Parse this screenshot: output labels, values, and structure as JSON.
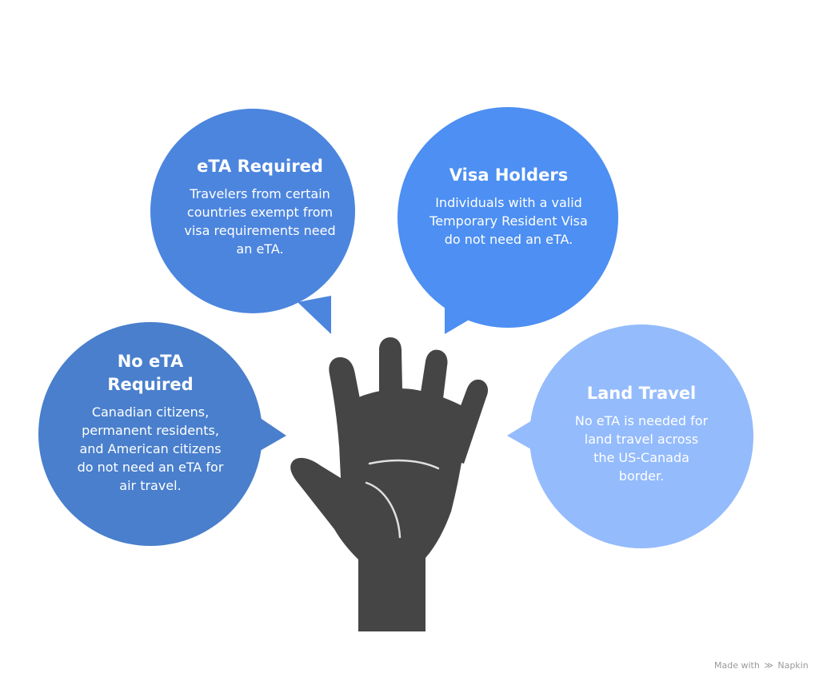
{
  "bubbles": {
    "eta_required": {
      "title": "eTA Required",
      "body": "Travelers from certain countries exempt from visa requirements need an eTA.",
      "color": "#4C85DE"
    },
    "visa_holders": {
      "title": "Visa Holders",
      "body": "Individuals with a valid Temporary Resident Visa do not need an eTA.",
      "color": "#4D8FF2"
    },
    "no_eta_required": {
      "title": "No eTA Required",
      "body": "Canadian citizens, permanent residents, and American citizens do not need an eTA for air travel.",
      "color": "#497FCC"
    },
    "land_travel": {
      "title": "Land Travel",
      "body": "No eTA is needed for land travel across the US-Canada border.",
      "color": "#94BBFC"
    }
  },
  "hand": {
    "icon": "raised-hand-icon",
    "color": "#454545",
    "line_color": "#E0E0E0"
  },
  "watermark": {
    "prefix": "Made with",
    "brand": "Napkin"
  }
}
